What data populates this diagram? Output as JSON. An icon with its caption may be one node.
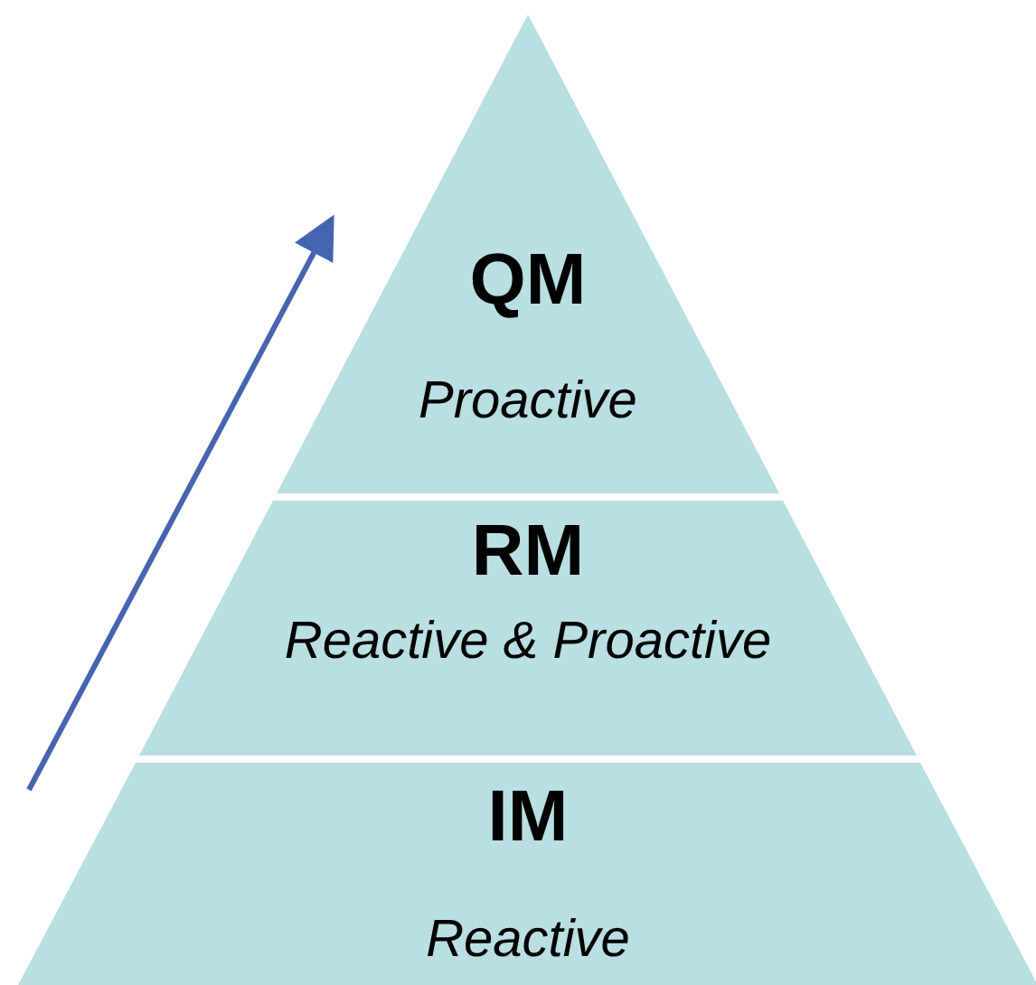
{
  "diagram": {
    "nodes": [
      {
        "text": [
          "QM",
          "Proactive"
        ]
      },
      {
        "text": [
          "RM",
          "Reactive & Proactive"
        ]
      },
      {
        "text": [
          "IM",
          "Reactive"
        ]
      }
    ]
  }
}
